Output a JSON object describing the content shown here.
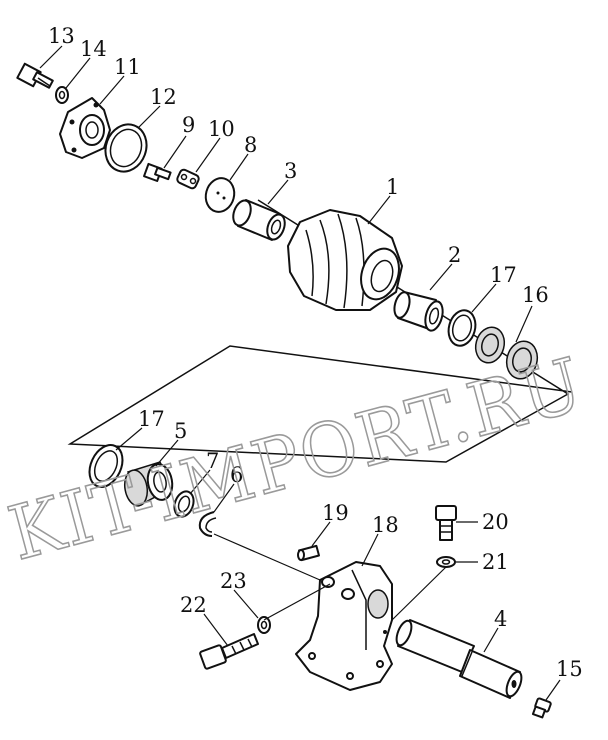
{
  "watermark": "KIT-IMPORT.RU",
  "callouts": {
    "c1": "1",
    "c2": "2",
    "c3": "3",
    "c4": "4",
    "c5": "5",
    "c6": "6",
    "c7": "7",
    "c8": "8",
    "c9": "9",
    "c10": "10",
    "c11": "11",
    "c12": "12",
    "c13": "13",
    "c14": "14",
    "c15": "15",
    "c16": "16",
    "c17a": "17",
    "c17b": "17",
    "c18": "18",
    "c19": "19",
    "c20": "20",
    "c21": "21",
    "c22": "22",
    "c23": "23"
  }
}
